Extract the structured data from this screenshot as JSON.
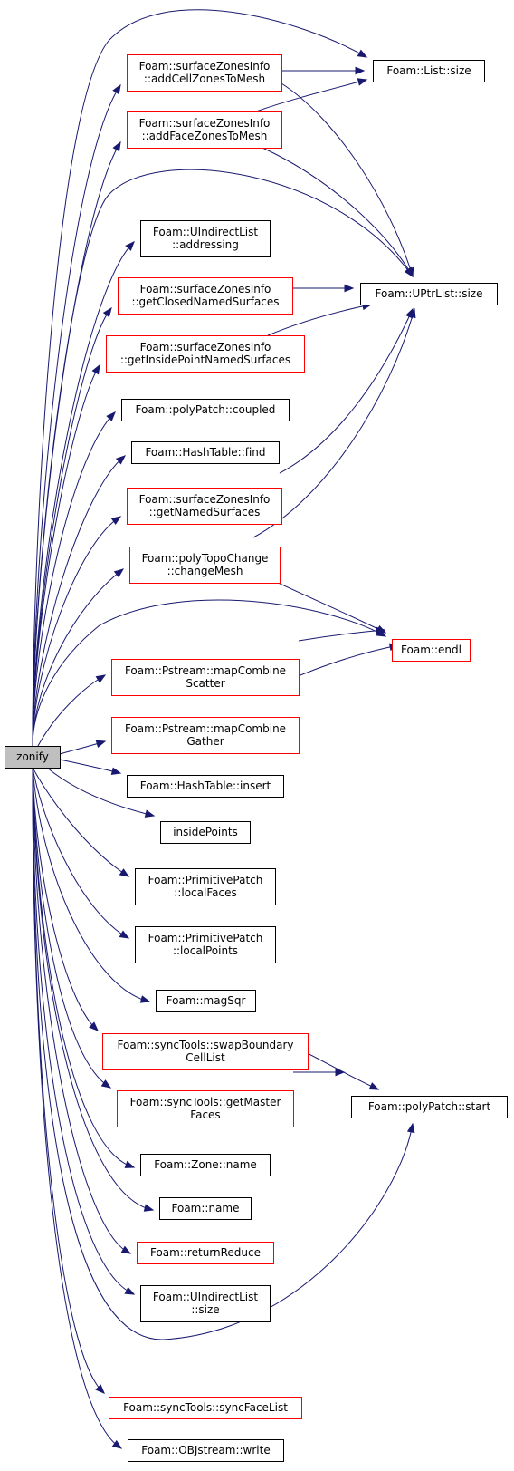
{
  "colors": {
    "edge": "#191970",
    "border_black": "#000000",
    "border_red": "#ff0000",
    "root_fill": "#bfbfbf",
    "node_fill": "#ffffff"
  },
  "nodes": [
    {
      "id": "zonify",
      "lines": [
        "zonify"
      ],
      "style": "root"
    },
    {
      "id": "addCellZonesToMesh",
      "lines": [
        "Foam::surfaceZonesInfo",
        "::addCellZonesToMesh"
      ],
      "style": "red"
    },
    {
      "id": "addFaceZonesToMesh",
      "lines": [
        "Foam::surfaceZonesInfo",
        "::addFaceZonesToMesh"
      ],
      "style": "red"
    },
    {
      "id": "uindirect_addressing",
      "lines": [
        "Foam::UIndirectList",
        "::addressing"
      ],
      "style": "black"
    },
    {
      "id": "getClosedNamedSurfaces",
      "lines": [
        "Foam::surfaceZonesInfo",
        "::getClosedNamedSurfaces"
      ],
      "style": "red"
    },
    {
      "id": "getInsidePointNamedSurfaces",
      "lines": [
        "Foam::surfaceZonesInfo",
        "::getInsidePointNamedSurfaces"
      ],
      "style": "red"
    },
    {
      "id": "polypatch_coupled",
      "lines": [
        "Foam::polyPatch::coupled"
      ],
      "style": "black"
    },
    {
      "id": "hashtable_find",
      "lines": [
        "Foam::HashTable::find"
      ],
      "style": "black"
    },
    {
      "id": "getNamedSurfaces",
      "lines": [
        "Foam::surfaceZonesInfo",
        "::getNamedSurfaces"
      ],
      "style": "red"
    },
    {
      "id": "changeMesh",
      "lines": [
        "Foam::polyTopoChange",
        "::changeMesh"
      ],
      "style": "red"
    },
    {
      "id": "mapCombineScatter",
      "lines": [
        "Foam::Pstream::mapCombine",
        "Scatter"
      ],
      "style": "red"
    },
    {
      "id": "mapCombineGather",
      "lines": [
        "Foam::Pstream::mapCombine",
        "Gather"
      ],
      "style": "red"
    },
    {
      "id": "hashtable_insert",
      "lines": [
        "Foam::HashTable::insert"
      ],
      "style": "black"
    },
    {
      "id": "insidePoints",
      "lines": [
        "insidePoints"
      ],
      "style": "black"
    },
    {
      "id": "localFaces",
      "lines": [
        "Foam::PrimitivePatch",
        "::localFaces"
      ],
      "style": "black"
    },
    {
      "id": "localPoints",
      "lines": [
        "Foam::PrimitivePatch",
        "::localPoints"
      ],
      "style": "black"
    },
    {
      "id": "magSqr",
      "lines": [
        "Foam::magSqr"
      ],
      "style": "black"
    },
    {
      "id": "swapBoundaryCellList",
      "lines": [
        "Foam::syncTools::swapBoundary",
        "CellList"
      ],
      "style": "red"
    },
    {
      "id": "getMasterFaces",
      "lines": [
        "Foam::syncTools::getMaster",
        "Faces"
      ],
      "style": "red"
    },
    {
      "id": "zone_name",
      "lines": [
        "Foam::Zone::name"
      ],
      "style": "black"
    },
    {
      "id": "foam_name",
      "lines": [
        "Foam::name"
      ],
      "style": "black"
    },
    {
      "id": "returnReduce",
      "lines": [
        "Foam::returnReduce"
      ],
      "style": "red"
    },
    {
      "id": "uindirect_size",
      "lines": [
        "Foam::UIndirectList",
        "::size"
      ],
      "style": "black"
    },
    {
      "id": "syncFaceList",
      "lines": [
        "Foam::syncTools::syncFaceList"
      ],
      "style": "red"
    },
    {
      "id": "objstream_write",
      "lines": [
        "Foam::OBJstream::write"
      ],
      "style": "black"
    },
    {
      "id": "list_size",
      "lines": [
        "Foam::List::size"
      ],
      "style": "black"
    },
    {
      "id": "uptrlist_size",
      "lines": [
        "Foam::UPtrList::size"
      ],
      "style": "black"
    },
    {
      "id": "endl",
      "lines": [
        "Foam::endl"
      ],
      "style": "red"
    },
    {
      "id": "polypatch_start",
      "lines": [
        "Foam::polyPatch::start"
      ],
      "style": "black"
    }
  ],
  "edges": [
    {
      "from": "zonify",
      "to": "list_size"
    },
    {
      "from": "zonify",
      "to": "addCellZonesToMesh"
    },
    {
      "from": "zonify",
      "to": "addFaceZonesToMesh"
    },
    {
      "from": "zonify",
      "to": "uptrlist_size"
    },
    {
      "from": "zonify",
      "to": "uindirect_addressing"
    },
    {
      "from": "zonify",
      "to": "getClosedNamedSurfaces"
    },
    {
      "from": "zonify",
      "to": "getInsidePointNamedSurfaces"
    },
    {
      "from": "zonify",
      "to": "polypatch_coupled"
    },
    {
      "from": "zonify",
      "to": "hashtable_find"
    },
    {
      "from": "zonify",
      "to": "getNamedSurfaces"
    },
    {
      "from": "zonify",
      "to": "changeMesh"
    },
    {
      "from": "zonify",
      "to": "endl"
    },
    {
      "from": "zonify",
      "to": "mapCombineScatter"
    },
    {
      "from": "zonify",
      "to": "mapCombineGather"
    },
    {
      "from": "zonify",
      "to": "hashtable_insert"
    },
    {
      "from": "zonify",
      "to": "insidePoints"
    },
    {
      "from": "zonify",
      "to": "localFaces"
    },
    {
      "from": "zonify",
      "to": "localPoints"
    },
    {
      "from": "zonify",
      "to": "magSqr"
    },
    {
      "from": "zonify",
      "to": "swapBoundaryCellList"
    },
    {
      "from": "zonify",
      "to": "getMasterFaces"
    },
    {
      "from": "zonify",
      "to": "zone_name"
    },
    {
      "from": "zonify",
      "to": "foam_name"
    },
    {
      "from": "zonify",
      "to": "returnReduce"
    },
    {
      "from": "zonify",
      "to": "uindirect_size"
    },
    {
      "from": "zonify",
      "to": "polypatch_start"
    },
    {
      "from": "zonify",
      "to": "syncFaceList"
    },
    {
      "from": "zonify",
      "to": "objstream_write"
    },
    {
      "from": "addCellZonesToMesh",
      "to": "list_size"
    },
    {
      "from": "addCellZonesToMesh",
      "to": "uptrlist_size"
    },
    {
      "from": "addFaceZonesToMesh",
      "to": "list_size"
    },
    {
      "from": "addFaceZonesToMesh",
      "to": "uptrlist_size"
    },
    {
      "from": "getClosedNamedSurfaces",
      "to": "uptrlist_size"
    },
    {
      "from": "getInsidePointNamedSurfaces",
      "to": "uptrlist_size"
    },
    {
      "from": "getNamedSurfaces",
      "to": "uptrlist_size"
    },
    {
      "from": "changeMesh",
      "to": "uptrlist_size"
    },
    {
      "from": "changeMesh",
      "to": "endl"
    },
    {
      "from": "mapCombineScatter",
      "to": "endl"
    },
    {
      "from": "mapCombineGather",
      "to": "endl"
    },
    {
      "from": "swapBoundaryCellList",
      "to": "polypatch_start"
    },
    {
      "from": "getMasterFaces",
      "to": "polypatch_start"
    }
  ]
}
